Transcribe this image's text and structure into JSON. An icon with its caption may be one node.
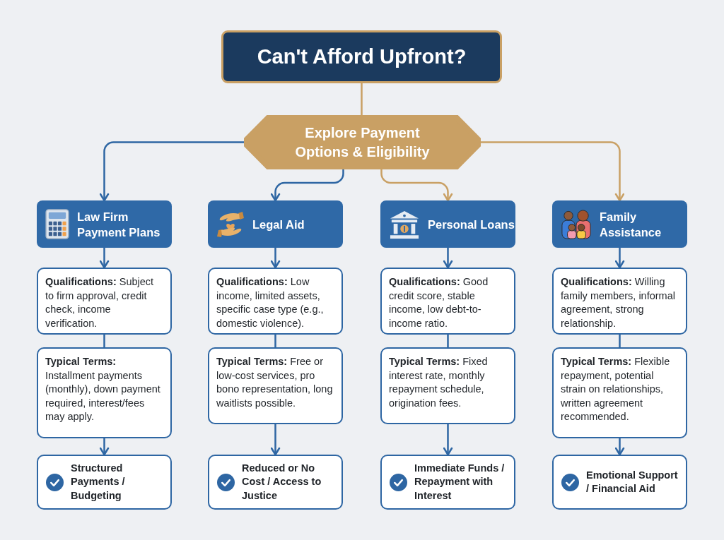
{
  "diagram": {
    "nodes": [
      {
        "text": [
          "Can't Afford Upfront?"
        ]
      },
      {
        "text": [
          "Explore Payment Options & Eligibility"
        ]
      },
      {
        "text": [
          "Law Firm Payment Plans"
        ]
      },
      {
        "text": [
          "Legal Aid"
        ]
      },
      {
        "text": [
          "Personal Loans"
        ]
      },
      {
        "text": [
          "Family Assistance"
        ]
      },
      {
        "text": [
          "**Qualifications:** Subject to firm approval, credit check, income verification."
        ]
      },
      {
        "text": [
          "**Qualifications:** Low income, limited assets, specific case type (e.g., domestic violence)."
        ]
      },
      {
        "text": [
          "**Qualifications:** Good credit score, stable income, low debt-to-income ratio."
        ]
      },
      {
        "text": [
          "**Qualifications:** Willing family members, informal agreement, strong relationship."
        ]
      },
      {
        "text": [
          "**Typical Terms:** Installment payments (monthly), down payment required, interest/fees may apply."
        ]
      },
      {
        "text": [
          "**Typical Terms:** Free or low-cost services, pro bono representation, long waitlists possible."
        ]
      },
      {
        "text": [
          "**Typical Terms:** Fixed interest rate, monthly repayment schedule, origination fees."
        ]
      },
      {
        "text": [
          "**Typical Terms:** Flexible repayment, potential strain on relationships, written agreement recommended."
        ]
      },
      {
        "text": [
          "Structured Payments / Budgeting"
        ]
      },
      {
        "text": [
          "Reduced or No Cost / Access to Justice"
        ]
      },
      {
        "text": [
          "Immediate Funds / Repayment with Interest"
        ]
      },
      {
        "text": [
          "Emotional Support / Financial Aid"
        ]
      }
    ],
    "edges": [
      {
        "from": 0,
        "to": 1,
        "arrow": "none",
        "color": "#c9a064"
      },
      {
        "from": 1,
        "to": 2,
        "arrow": "to"
      },
      {
        "from": 1,
        "to": 3,
        "arrow": "to"
      },
      {
        "from": 1,
        "to": 4,
        "arrow": "to",
        "color": "#c9a064"
      },
      {
        "from": 1,
        "to": 5,
        "arrow": "to",
        "color": "#c9a064"
      },
      {
        "from": 2,
        "to": 6,
        "arrow": "to"
      },
      {
        "from": 3,
        "to": 7,
        "arrow": "to"
      },
      {
        "from": 4,
        "to": 8,
        "arrow": "to"
      },
      {
        "from": 5,
        "to": 9,
        "arrow": "to"
      },
      {
        "from": 6,
        "to": 10,
        "arrow": "none"
      },
      {
        "from": 7,
        "to": 11,
        "arrow": "none"
      },
      {
        "from": 8,
        "to": 12,
        "arrow": "none"
      },
      {
        "from": 9,
        "to": 13,
        "arrow": "none"
      },
      {
        "from": 10,
        "to": 14,
        "arrow": "to"
      },
      {
        "from": 11,
        "to": 15,
        "arrow": "to"
      },
      {
        "from": 12,
        "to": 16,
        "arrow": "to"
      },
      {
        "from": 13,
        "to": 17,
        "arrow": "to"
      }
    ]
  }
}
